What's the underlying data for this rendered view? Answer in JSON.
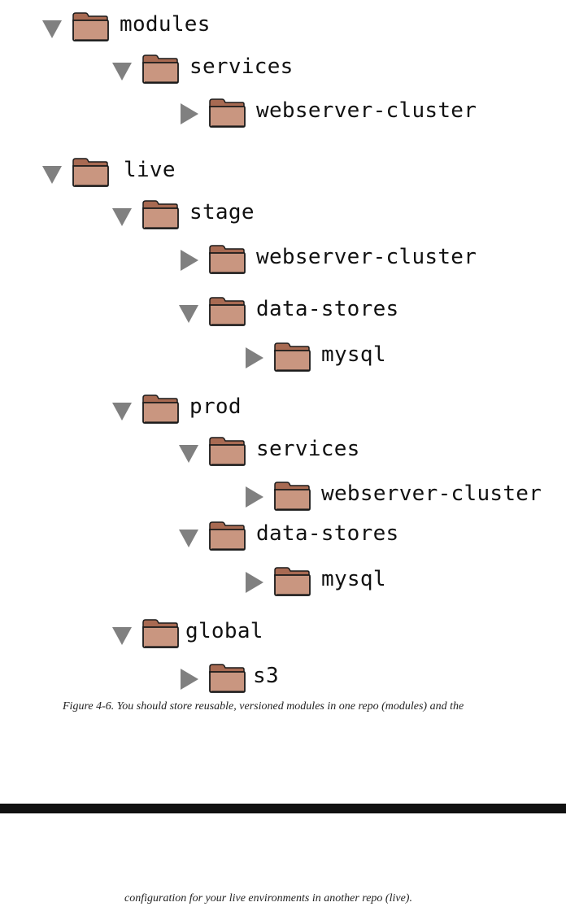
{
  "tree": {
    "nodes": [
      {
        "label": "modules",
        "expanded": true,
        "depth": 0
      },
      {
        "label": "services",
        "expanded": true,
        "depth": 1
      },
      {
        "label": "webserver-cluster",
        "expanded": false,
        "depth": 2
      },
      {
        "label": "live",
        "expanded": true,
        "depth": 0
      },
      {
        "label": "stage",
        "expanded": true,
        "depth": 1
      },
      {
        "label": "webserver-cluster",
        "expanded": false,
        "depth": 2
      },
      {
        "label": "data-stores",
        "expanded": true,
        "depth": 2
      },
      {
        "label": "mysql",
        "expanded": false,
        "depth": 3
      },
      {
        "label": "prod",
        "expanded": true,
        "depth": 1
      },
      {
        "label": "services",
        "expanded": true,
        "depth": 2
      },
      {
        "label": "webserver-cluster",
        "expanded": false,
        "depth": 3
      },
      {
        "label": "data-stores",
        "expanded": true,
        "depth": 2
      },
      {
        "label": "mysql",
        "expanded": false,
        "depth": 3
      },
      {
        "label": "global",
        "expanded": true,
        "depth": 1
      },
      {
        "label": "s3",
        "expanded": false,
        "depth": 2
      }
    ]
  },
  "caption": {
    "line1": "Figure 4-6. You should store reusable, versioned modules in one repo (modules) and the",
    "line2": "configuration for your live environments in another repo (live)."
  },
  "colors": {
    "folder_body": "#c99680",
    "folder_tab": "#a86a52",
    "outline": "#1a1a1a",
    "triangle": "#808080"
  }
}
